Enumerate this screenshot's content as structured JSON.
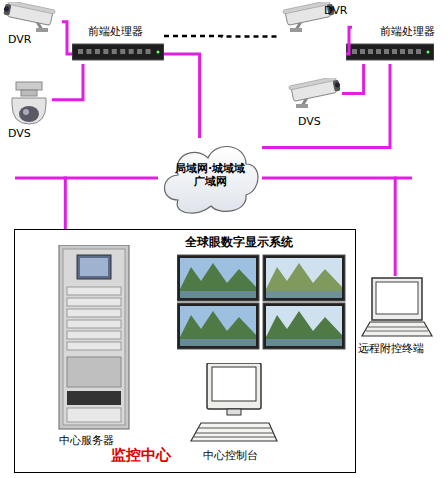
{
  "diagram": {
    "nodes": [
      {
        "text": [
          "DVR"
        ]
      },
      {
        "text": [
          "DVS"
        ]
      },
      {
        "text": [
          "前端处理器"
        ]
      },
      {
        "text": [
          "DVR"
        ]
      },
      {
        "text": [
          "DVS"
        ]
      },
      {
        "text": [
          "前端处理器"
        ]
      },
      {
        "text": [
          "局域网·城域域 广域网"
        ]
      },
      {
        "text": [
          "监控中心"
        ]
      },
      {
        "text": [
          "全球眼数字显示系统"
        ],
        "in": 7
      },
      {
        "text": [
          "中心服务器"
        ],
        "in": 7
      },
      {
        "text": [
          "中心控制台"
        ],
        "in": 7
      },
      {
        "text": [
          "远程附控终端"
        ]
      }
    ],
    "edges": [
      {
        "from": 0,
        "to": 2,
        "arrow": "none"
      },
      {
        "from": 1,
        "to": 2,
        "arrow": "none"
      },
      {
        "from": 2,
        "to": 6,
        "arrow": "none"
      },
      {
        "from": 2,
        "to": 3,
        "arrow": "none"
      },
      {
        "from": 3,
        "to": 5,
        "arrow": "none"
      },
      {
        "from": 4,
        "to": 5,
        "arrow": "none"
      },
      {
        "from": 5,
        "to": 6,
        "arrow": "none"
      },
      {
        "from": 6,
        "to": 7,
        "arrow": "none"
      },
      {
        "from": 6,
        "to": 11,
        "arrow": "none"
      }
    ]
  }
}
